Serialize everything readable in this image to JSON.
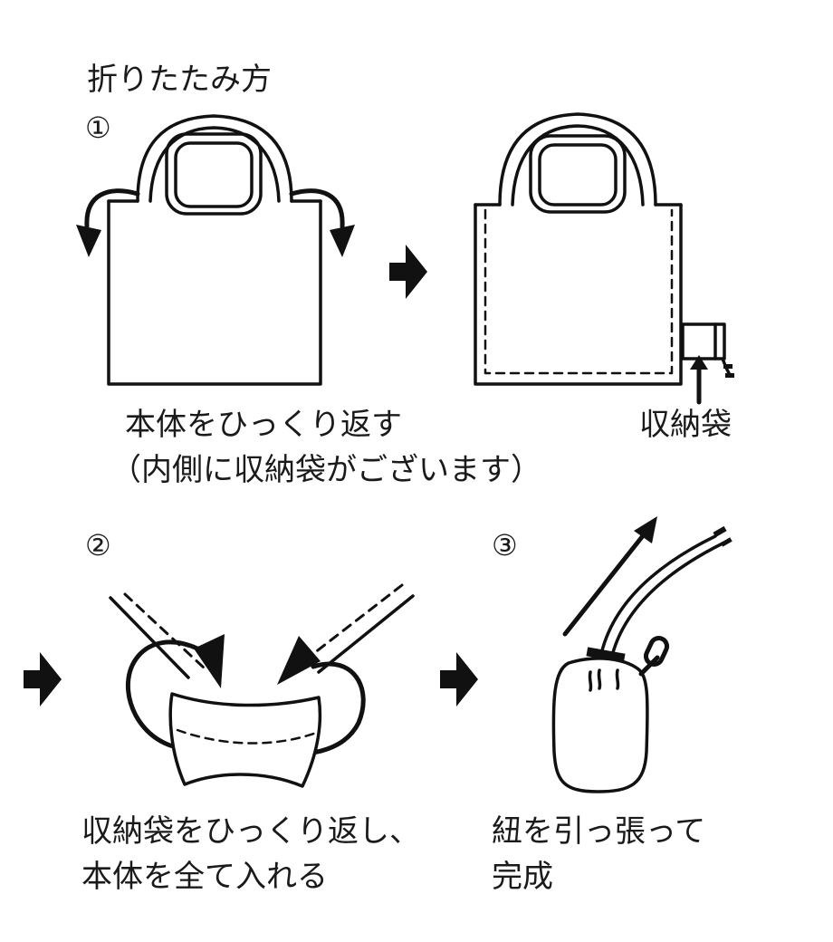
{
  "title": "折りたたみ方",
  "steps": [
    {
      "number": "①",
      "caption_lines": [
        "本体をひっくり返す",
        "（内側に収納袋がございます）"
      ]
    },
    {
      "number": "②",
      "caption_lines": [
        "収納袋をひっくり返し、",
        "本体を全て入れる"
      ]
    },
    {
      "number": "③",
      "caption_lines": [
        "紐を引っ張って",
        "完成"
      ]
    }
  ],
  "labels": {
    "pouch": "収納袋"
  },
  "colors": {
    "ink": "#111111",
    "background": "#ffffff"
  }
}
